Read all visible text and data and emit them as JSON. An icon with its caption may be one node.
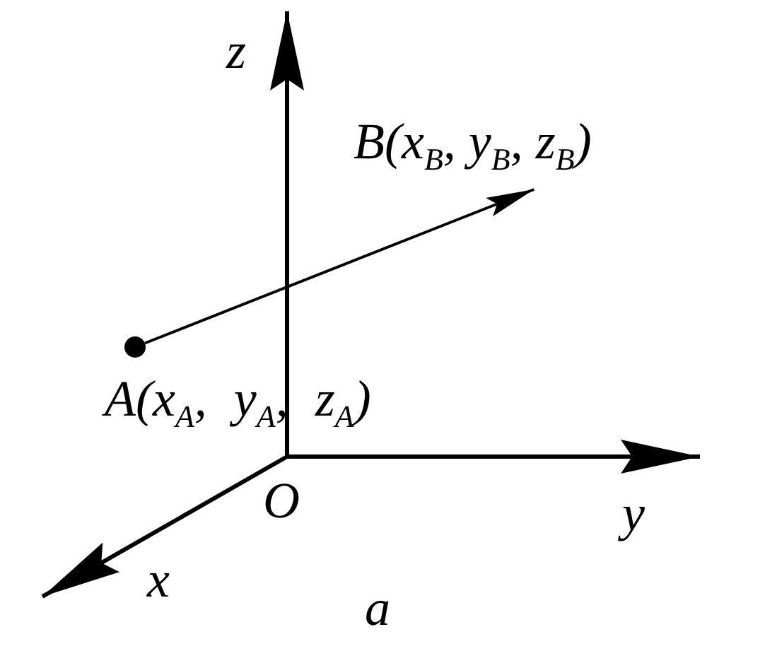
{
  "diagram": {
    "caption": "a",
    "nodes": [
      {
        "text": [],
        "shape": "circle",
        "beside": [
          "A(x$_{A}$, y$_{A}$, z$_{A}$)"
        ]
      },
      {
        "text": [
          "B(x$_{B}$, y$_{B}$, z$_{B}$)"
        ]
      }
    ],
    "edges": [
      {
        "from": 0,
        "to": 1,
        "arrow": "to"
      }
    ],
    "labels": [
      "z",
      "O",
      "y",
      "x"
    ]
  }
}
